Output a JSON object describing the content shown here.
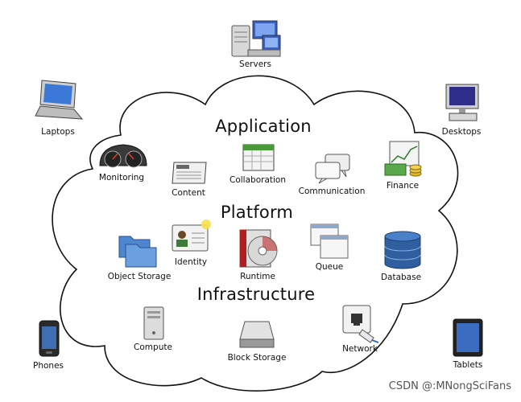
{
  "layers": {
    "application": "Application",
    "platform": "Platform",
    "infrastructure": "Infrastructure"
  },
  "devices": {
    "servers": "Servers",
    "laptops": "Laptops",
    "desktops": "Desktops",
    "phones": "Phones",
    "tablets": "Tablets"
  },
  "application_items": {
    "monitoring": "Monitoring",
    "content": "Content",
    "collaboration": "Collaboration",
    "communication": "Communication",
    "finance": "Finance"
  },
  "platform_items": {
    "object_storage": "Object Storage",
    "identity": "Identity",
    "runtime": "Runtime",
    "queue": "Queue",
    "database": "Database"
  },
  "infrastructure_items": {
    "compute": "Compute",
    "block_storage": "Block Storage",
    "network": "Network"
  },
  "watermark": "CSDN @:MNongSciFans"
}
